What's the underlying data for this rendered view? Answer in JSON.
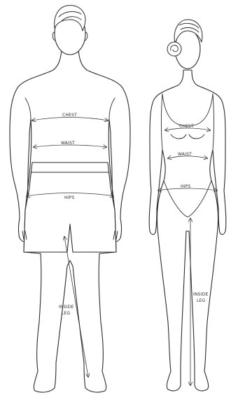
{
  "labels": {
    "male": {
      "chest": "CHEST",
      "waist": "WAIST",
      "hips": "HIPS",
      "inside_leg_1": "INSIDE",
      "inside_leg_2": "LEG"
    },
    "female": {
      "chest": "CHEST",
      "waist": "WAIST",
      "hips": "HIPS",
      "inside_leg_1": "INSIDE",
      "inside_leg_2": "LEG"
    }
  },
  "colors": {
    "line": "#2b2b2b",
    "background": "#ffffff"
  }
}
